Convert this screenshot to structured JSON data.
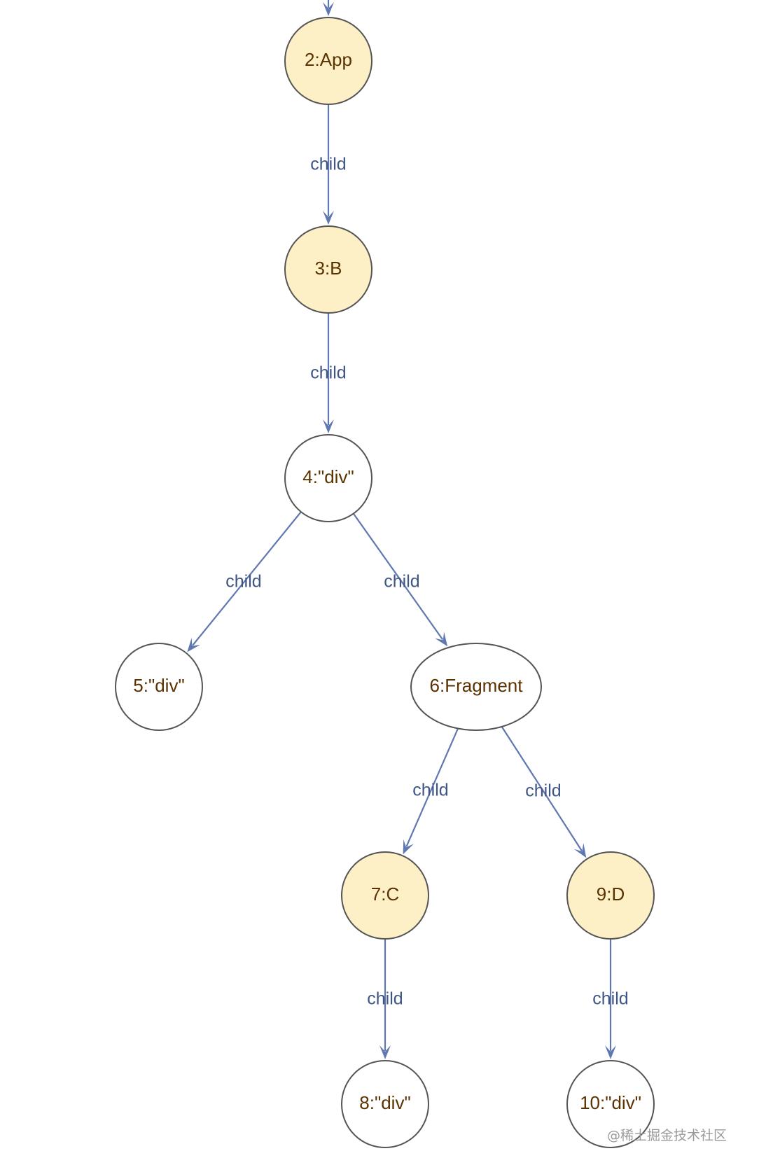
{
  "colors": {
    "component_fill": "#fdefc6",
    "host_fill": "#ffffff",
    "edge": "#6078b0",
    "edge_label": "#3f5685",
    "node_label": "#5a3200",
    "node_stroke": "#555555"
  },
  "nodes": [
    {
      "id": "n2",
      "label": "2:App",
      "kind": "component"
    },
    {
      "id": "n3",
      "label": "3:B",
      "kind": "component"
    },
    {
      "id": "n4",
      "label": "4:\"div\"",
      "kind": "host"
    },
    {
      "id": "n5",
      "label": "5:\"div\"",
      "kind": "host"
    },
    {
      "id": "n6",
      "label": "6:Fragment",
      "kind": "host"
    },
    {
      "id": "n7",
      "label": "7:C",
      "kind": "component"
    },
    {
      "id": "n8",
      "label": "8:\"div\"",
      "kind": "host"
    },
    {
      "id": "n9",
      "label": "9:D",
      "kind": "component"
    },
    {
      "id": "n10",
      "label": "10:\"div\"",
      "kind": "host"
    }
  ],
  "edges": [
    {
      "from": "n2",
      "to": "n3",
      "label": "child"
    },
    {
      "from": "n3",
      "to": "n4",
      "label": "child"
    },
    {
      "from": "n4",
      "to": "n5",
      "label": "child"
    },
    {
      "from": "n4",
      "to": "n6",
      "label": "child"
    },
    {
      "from": "n6",
      "to": "n7",
      "label": "child"
    },
    {
      "from": "n6",
      "to": "n9",
      "label": "child"
    },
    {
      "from": "n7",
      "to": "n8",
      "label": "child"
    },
    {
      "from": "n9",
      "to": "n10",
      "label": "child"
    }
  ],
  "watermark": "@稀土掘金技术社区"
}
